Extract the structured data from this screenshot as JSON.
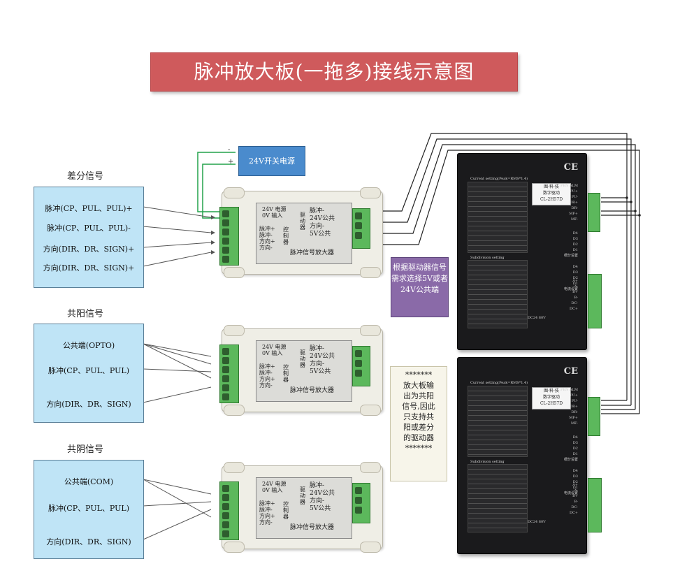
{
  "title": "脉冲放大板(一拖多)接线示意图",
  "power_supply": {
    "label": "24V开关电源",
    "minus": "-",
    "plus": "+"
  },
  "groups": [
    {
      "label": "差分信号",
      "signals": [
        "脉冲(CP、PUL、PUL)+",
        "脉冲(CP、PUL、PUL)-",
        "方向(DIR、DR、SIGN)+",
        "方向(DIR、DR、SIGN)+"
      ]
    },
    {
      "label": "共阳信号",
      "signals": [
        "公共端(OPTO)",
        "脉冲(CP、PUL、PUL)",
        "方向(DIR、DR、SIGN)"
      ]
    },
    {
      "label": "共阴信号",
      "signals": [
        "公共端(COM)",
        "脉冲(CP、PUL、PUL)",
        "方向(DIR、DR、SIGN)"
      ]
    }
  ],
  "board": {
    "power_in": "24V 电源",
    "power_in2": "0V 输入",
    "control_in": [
      "脉冲+",
      "脉冲-",
      "方向+",
      "方向-"
    ],
    "control_word": "控制器",
    "driver_word": "驱动器",
    "outputs": [
      "脉冲-",
      "24V公共",
      "方向-",
      "5V公共"
    ],
    "name": "脉冲信号放大器"
  },
  "notes": {
    "purple": "根据驱动器信号需求选择5V或者24V公共端",
    "beige": "*******\n放大板输\n出为共阳\n信号,因此\n只支持共\n阳或差分\n的驱动器\n*******"
  },
  "driver": {
    "ce": "CE",
    "model": "CL-2H57D",
    "brand": "图·科·技",
    "model_sub": "数字驱动",
    "table_title": "Current setting(Peak=RMS*1.4)",
    "table_title2": "Subdivision setting",
    "side_top": "PEN ALM\nPU+\nPU-\nDR+\nDR-\nMF+\nMF-",
    "side_mid": "D4\nD3\nD2\nD1\n细分设置\n\nD4\nD3\nD2\nD1\n电流设置",
    "side_bot": "A+\nA-\nB+\nB-\nDC-\nDC+",
    "power": "DC24 80V"
  }
}
